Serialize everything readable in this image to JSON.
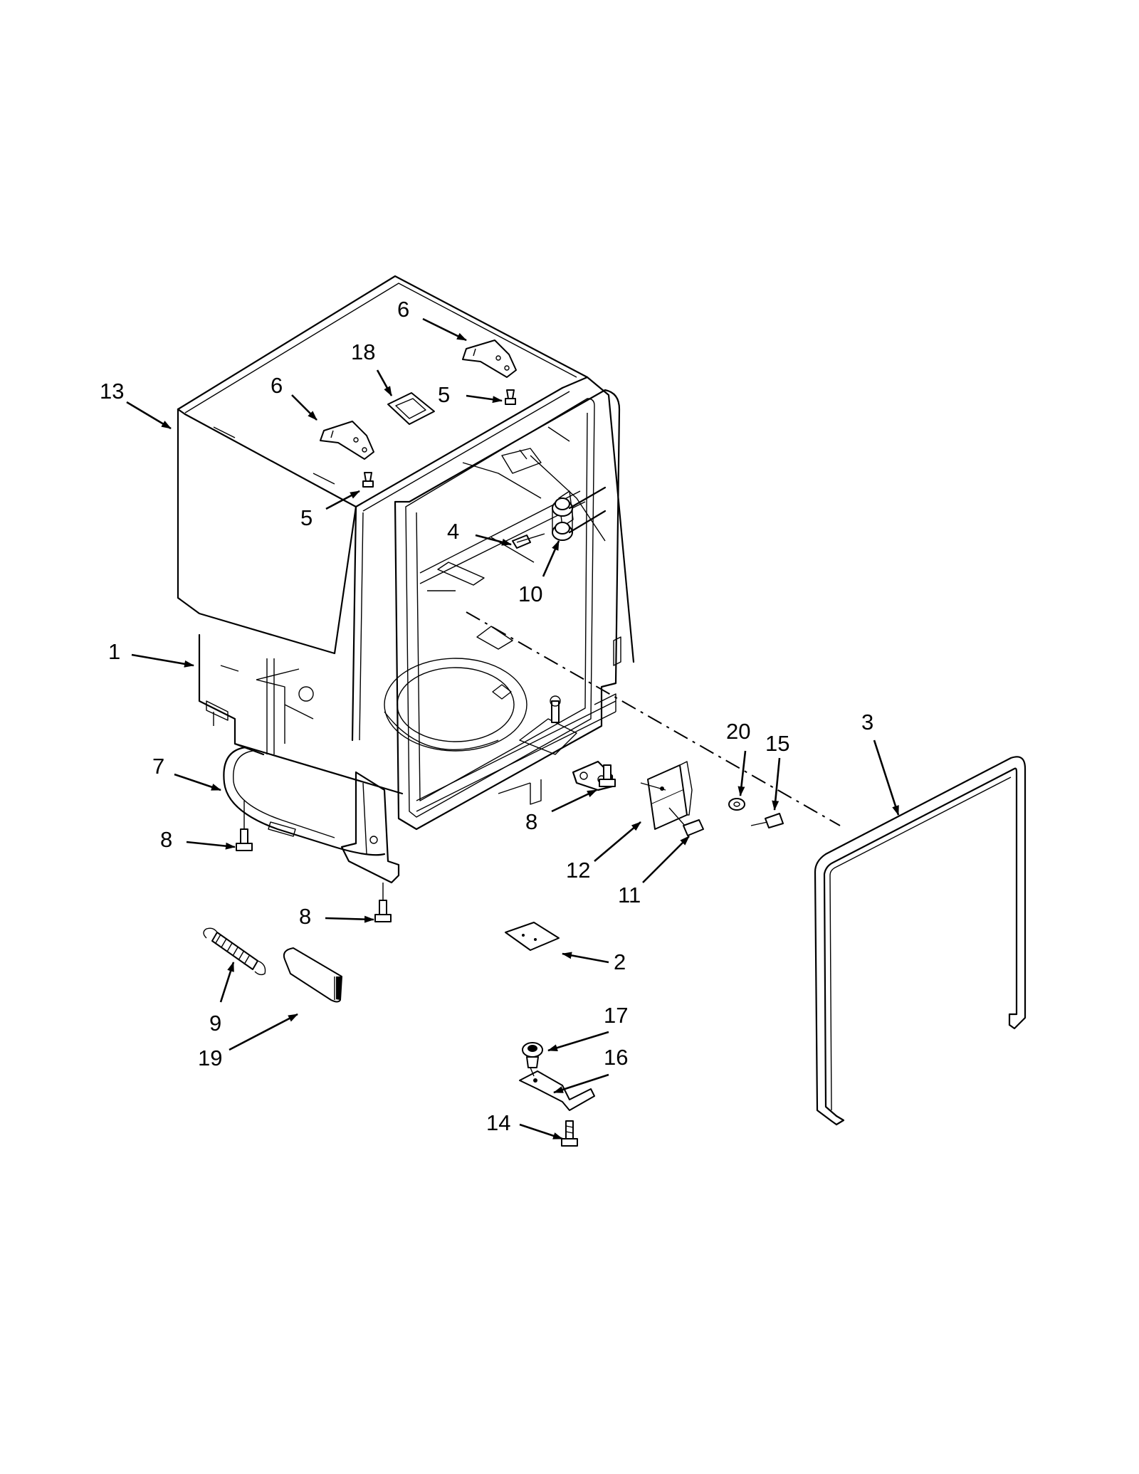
{
  "callouts": [
    {
      "id": "c13a",
      "text": "13"
    },
    {
      "id": "c6a",
      "text": "6"
    },
    {
      "id": "c18",
      "text": "18"
    },
    {
      "id": "c6b",
      "text": "6"
    },
    {
      "id": "c5a",
      "text": "5"
    },
    {
      "id": "c5b",
      "text": "5"
    },
    {
      "id": "c4",
      "text": "4"
    },
    {
      "id": "c10",
      "text": "10"
    },
    {
      "id": "c1",
      "text": "1"
    },
    {
      "id": "c7",
      "text": "7"
    },
    {
      "id": "c3",
      "text": "3"
    },
    {
      "id": "c20",
      "text": "20"
    },
    {
      "id": "c15",
      "text": "15"
    },
    {
      "id": "c8a",
      "text": "8"
    },
    {
      "id": "c8b",
      "text": "8"
    },
    {
      "id": "c8c",
      "text": "8"
    },
    {
      "id": "c12",
      "text": "12"
    },
    {
      "id": "c11",
      "text": "11"
    },
    {
      "id": "c2",
      "text": "2"
    },
    {
      "id": "c9",
      "text": "9"
    },
    {
      "id": "c19",
      "text": "19"
    },
    {
      "id": "c17",
      "text": "17"
    },
    {
      "id": "c16",
      "text": "16"
    },
    {
      "id": "c14",
      "text": "14"
    }
  ]
}
